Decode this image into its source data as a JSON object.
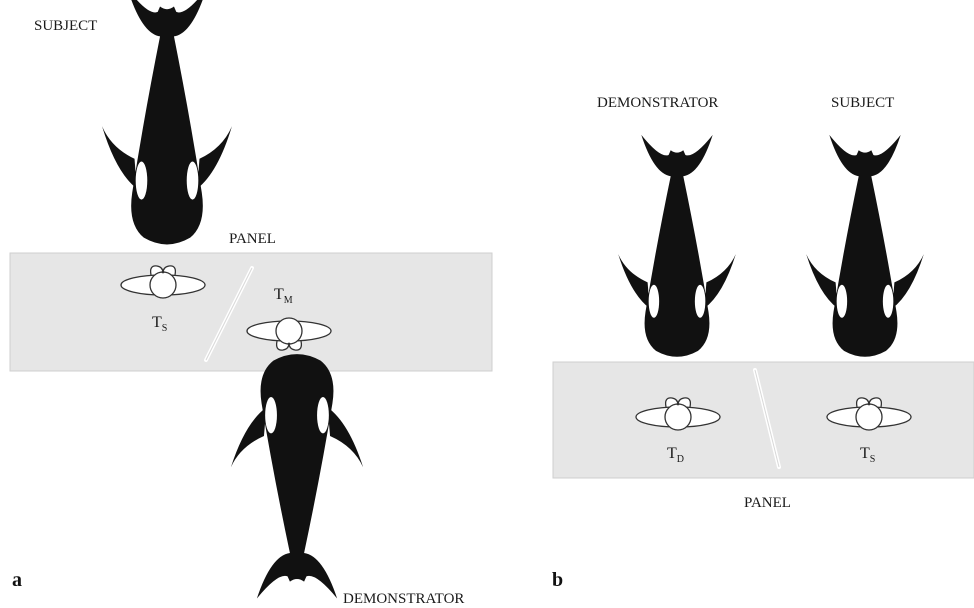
{
  "panel_a": {
    "letter": "a",
    "subject_label": "SUBJECT",
    "demonstrator_label": "DEMONSTRATOR",
    "panel_label": "PANEL",
    "target_s": {
      "main": "T",
      "sub": "S"
    },
    "target_m": {
      "main": "T",
      "sub": "M"
    }
  },
  "panel_b": {
    "letter": "b",
    "demonstrator_label": "DEMONSTRATOR",
    "subject_label": "SUBJECT",
    "panel_label": "PANEL",
    "target_d": {
      "main": "T",
      "sub": "D"
    },
    "target_s": {
      "main": "T",
      "sub": "S"
    }
  },
  "colors": {
    "whale": "#111111",
    "panel_fill": "#e6e6e6",
    "panel_stroke": "#cfcfcf",
    "divider": "#ffffff",
    "target_stroke": "#333333"
  }
}
